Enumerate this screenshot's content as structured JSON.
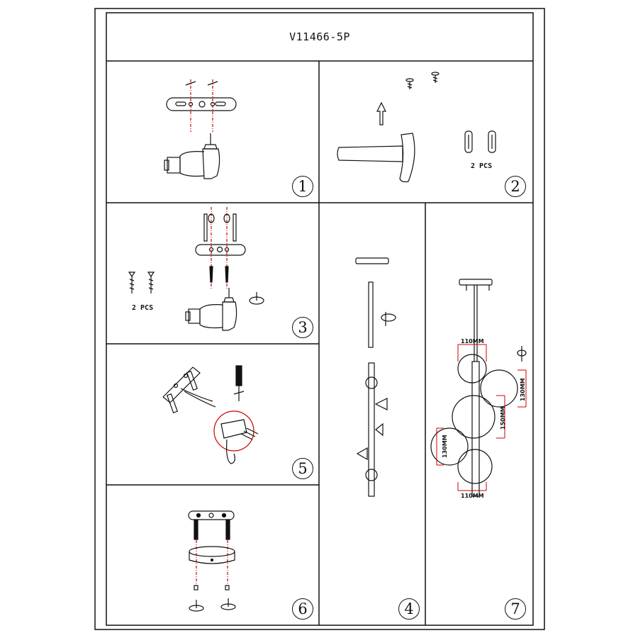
{
  "title": "V11466-5P",
  "steps": {
    "s1": "1",
    "s2": "2",
    "s3": "3",
    "s4": "4",
    "s5": "5",
    "s6": "6",
    "s7": "7"
  },
  "labels": {
    "pcs_step2": "2 PCS",
    "pcs_step3": "2 PCS"
  },
  "dimensions": {
    "top_width": "110MM",
    "bottom_width": "110MM",
    "right_globe": "130MM",
    "center_height": "150MM",
    "left_globe": "130MM"
  },
  "colors": {
    "line": "#111111",
    "guide": "#cc0000"
  }
}
